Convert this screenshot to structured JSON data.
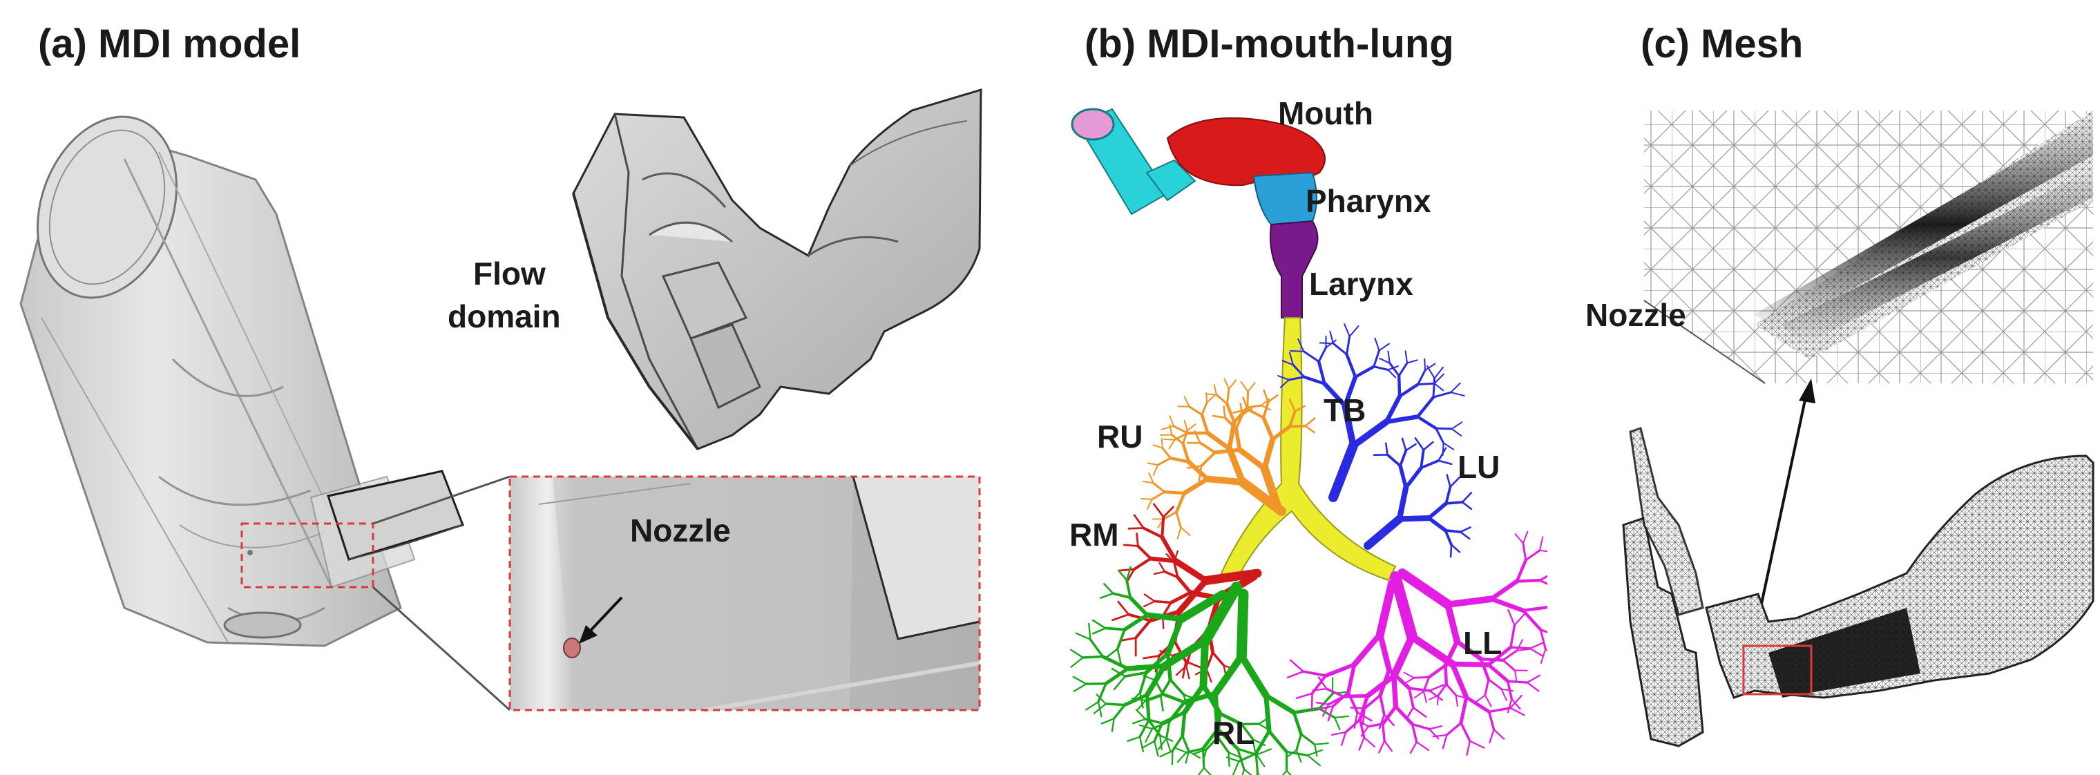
{
  "panels": [
    {
      "title": "(a) MDI model"
    },
    {
      "title": "(b) MDI-mouth-lung"
    },
    {
      "title": "(c) Mesh"
    }
  ],
  "panel_a": {
    "flow_domain_line1": "Flow",
    "flow_domain_line2": "domain",
    "nozzle": "Nozzle"
  },
  "panel_b": {
    "mouth": "Mouth",
    "pharynx": "Pharynx",
    "larynx": "Larynx",
    "tb": "TB",
    "ru": "RU",
    "lu": "LU",
    "rm": "RM",
    "ll": "LL",
    "rl": "RL"
  },
  "panel_c": {
    "nozzle": "Nozzle"
  },
  "colors": {
    "mouthpiece": "#29d1d9",
    "mouth": "#d81a1a",
    "pharynx": "#2a9fd8",
    "larynx": "#7a1a8a",
    "trachea": "#ecec2e",
    "ru": "#f0952a",
    "lu": "#2a2ae0",
    "rm": "#d01a1a",
    "rl": "#1aa81a",
    "ll": "#e21ee2",
    "highlight_box": "#d93a3a"
  }
}
